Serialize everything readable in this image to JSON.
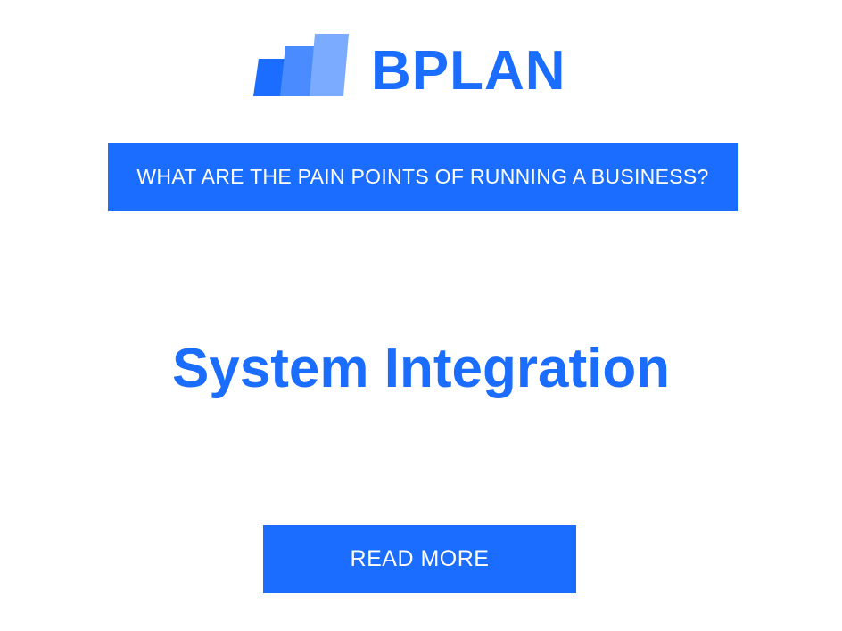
{
  "brand": {
    "name": "BPLAN",
    "logo_icon": "ascending-bars-icon",
    "color": "#1a6dff",
    "logo_colors": [
      "#1a6dff",
      "#4a8bff",
      "#7aabff"
    ]
  },
  "banner": {
    "text": "WHAT ARE THE PAIN POINTS OF RUNNING A BUSINESS?"
  },
  "headline": {
    "text": "System Integration"
  },
  "cta": {
    "label": "READ MORE"
  }
}
